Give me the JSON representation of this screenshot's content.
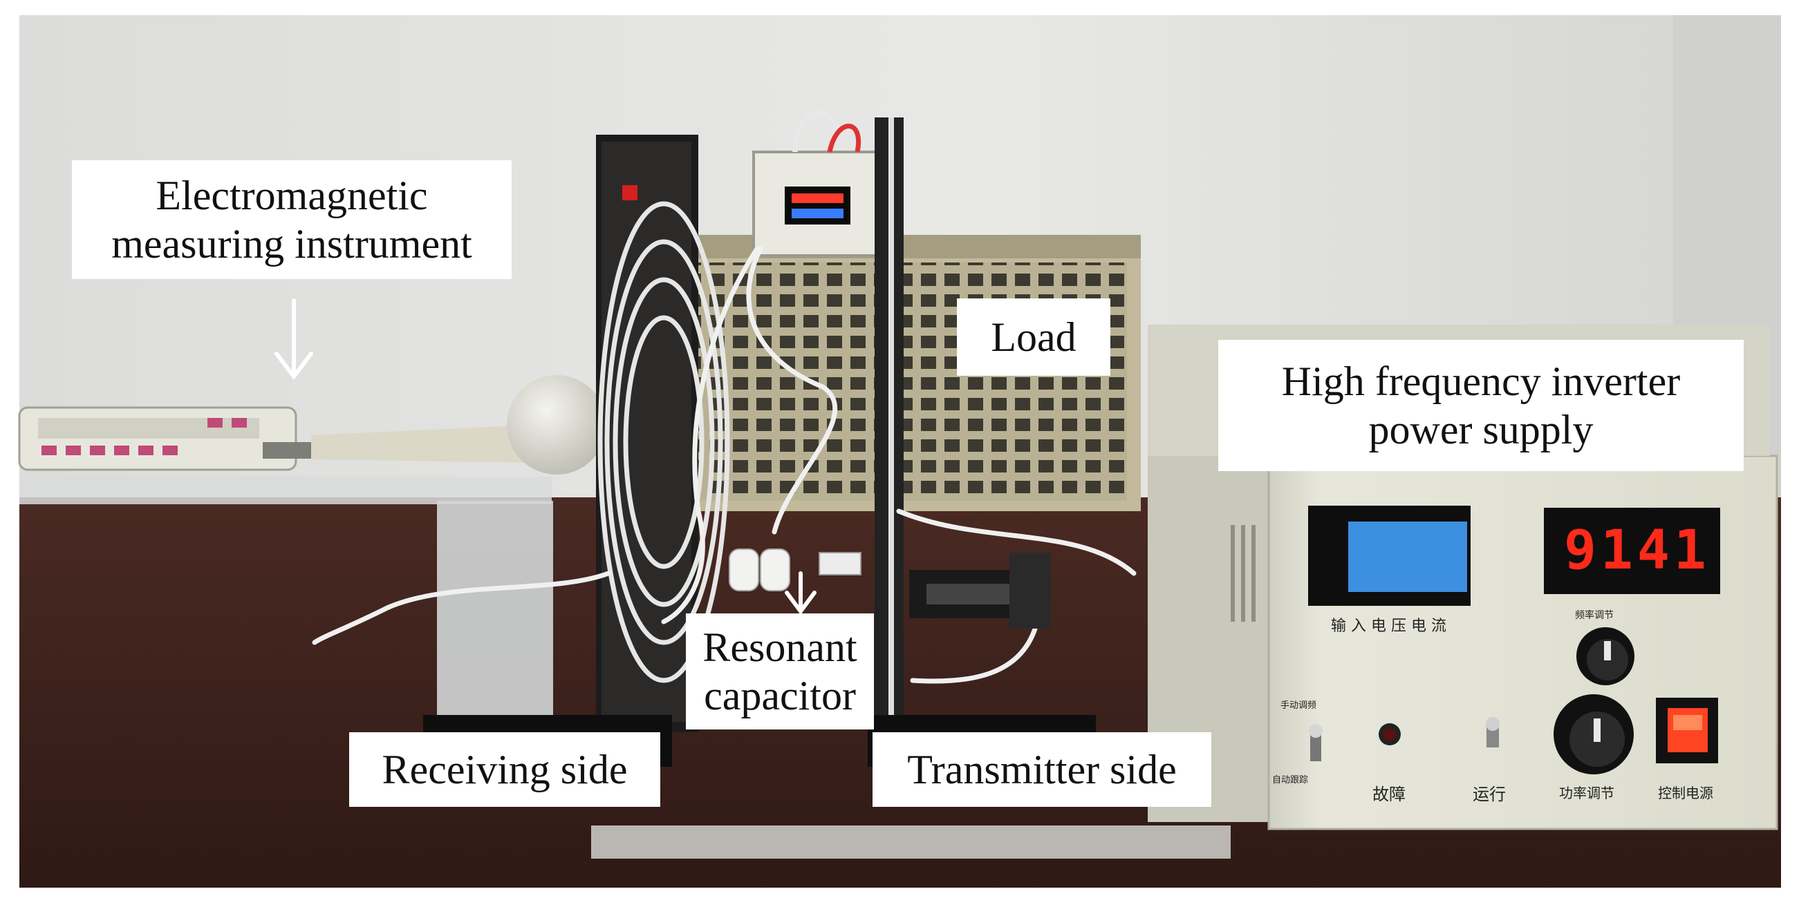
{
  "labels": {
    "electromagnetic": [
      "Electromagnetic",
      "measuring instrument"
    ],
    "load": "Load",
    "inverter": [
      "High frequency inverter",
      "power supply"
    ],
    "resonant": [
      "Resonant",
      "capacitor"
    ],
    "receiving": "Receiving side",
    "transmitter": "Transmitter side"
  },
  "power_supply": {
    "display_reading": "9141",
    "lcd_caption": "输 入 电 压 电 流",
    "knob_top_caption": "频率调节",
    "manual_label": "手动调频",
    "auto_label": "自动跟踪",
    "fault_label": "故障",
    "run_label": "运行",
    "power_adjust_label": "功率调节",
    "control_power_label": "控制电源"
  },
  "colors": {
    "wall": "#e3e3e1",
    "desk": "#3d211c",
    "cage": "#b5ad8f",
    "panel": "#e4e4d6",
    "lcd": "#3d8fe0",
    "segment": "#ff2a1a",
    "switch": "#ff4422"
  }
}
